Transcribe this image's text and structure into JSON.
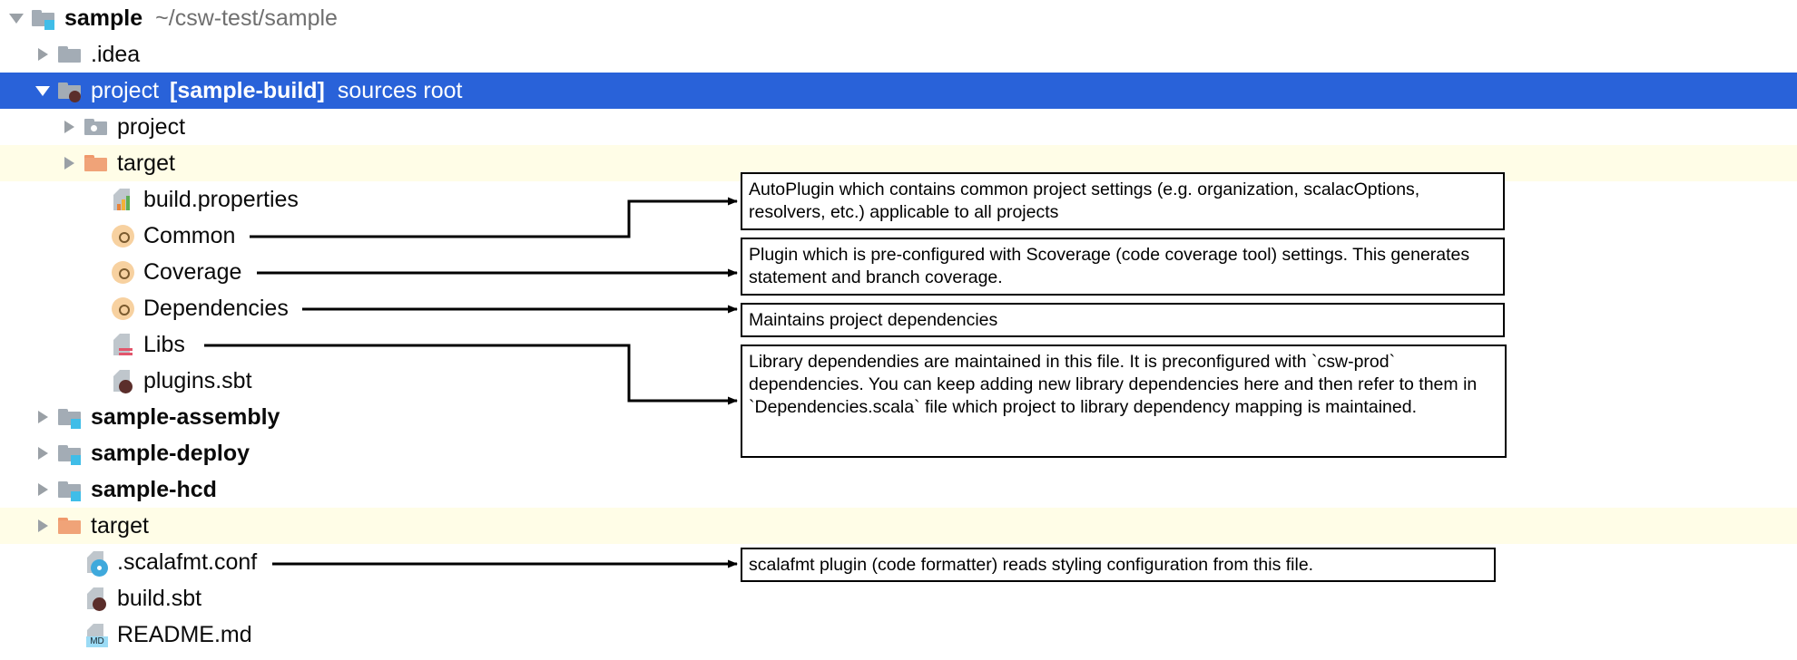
{
  "window": {
    "kind": "ide-project-tree",
    "selection_color": "#2962D9",
    "highlight_color": "#FFFDE7"
  },
  "tree": {
    "nodes": [
      {
        "id": "sample",
        "label": "sample",
        "suffix": "~/csw-test/sample",
        "icon": "folder-module-icon",
        "indent": 0,
        "arrow": "expanded",
        "bold": true,
        "selected": false,
        "highlight": false
      },
      {
        "id": "idea",
        "label": ".idea",
        "suffix": "",
        "icon": "folder-icon",
        "indent": 1,
        "arrow": "collapsed",
        "bold": false,
        "selected": false,
        "highlight": false
      },
      {
        "id": "project",
        "label": "project",
        "badge": "[sample-build]",
        "srcroot": "sources root",
        "suffix": "",
        "icon": "folder-sbt-icon",
        "indent": 1,
        "arrow": "expanded",
        "bold": false,
        "selected": true,
        "highlight": false
      },
      {
        "id": "project-project",
        "label": "project",
        "suffix": "",
        "icon": "folder-generated-icon",
        "indent": 2,
        "arrow": "collapsed",
        "bold": false,
        "selected": false,
        "highlight": false
      },
      {
        "id": "project-target",
        "label": "target",
        "suffix": "",
        "icon": "folder-excluded-icon",
        "indent": 2,
        "arrow": "collapsed",
        "bold": false,
        "selected": false,
        "highlight": true
      },
      {
        "id": "build-properties",
        "label": "build.properties",
        "suffix": "",
        "icon": "properties-file-icon",
        "indent": 3,
        "arrow": "none",
        "bold": false,
        "selected": false,
        "highlight": false
      },
      {
        "id": "common",
        "label": "Common",
        "suffix": "",
        "icon": "scala-object-icon",
        "indent": 3,
        "arrow": "none",
        "bold": false,
        "selected": false,
        "highlight": false
      },
      {
        "id": "coverage",
        "label": "Coverage",
        "suffix": "",
        "icon": "scala-object-icon",
        "indent": 3,
        "arrow": "none",
        "bold": false,
        "selected": false,
        "highlight": false
      },
      {
        "id": "dependencies",
        "label": "Dependencies",
        "suffix": "",
        "icon": "scala-object-icon",
        "indent": 3,
        "arrow": "none",
        "bold": false,
        "selected": false,
        "highlight": false
      },
      {
        "id": "libs",
        "label": "Libs",
        "suffix": "",
        "icon": "scala-libs-file-icon",
        "indent": 3,
        "arrow": "none",
        "bold": false,
        "selected": false,
        "highlight": false
      },
      {
        "id": "plugins-sbt",
        "label": "plugins.sbt",
        "suffix": "",
        "icon": "sbt-file-icon",
        "indent": 3,
        "arrow": "none",
        "bold": false,
        "selected": false,
        "highlight": false
      },
      {
        "id": "sample-assembly",
        "label": "sample-assembly",
        "suffix": "",
        "icon": "folder-module-icon",
        "indent": 1,
        "arrow": "collapsed",
        "bold": true,
        "selected": false,
        "highlight": false
      },
      {
        "id": "sample-deploy",
        "label": "sample-deploy",
        "suffix": "",
        "icon": "folder-module-icon",
        "indent": 1,
        "arrow": "collapsed",
        "bold": true,
        "selected": false,
        "highlight": false
      },
      {
        "id": "sample-hcd",
        "label": "sample-hcd",
        "suffix": "",
        "icon": "folder-module-icon",
        "indent": 1,
        "arrow": "collapsed",
        "bold": true,
        "selected": false,
        "highlight": false
      },
      {
        "id": "root-target",
        "label": "target",
        "suffix": "",
        "icon": "folder-excluded-icon",
        "indent": 1,
        "arrow": "collapsed",
        "bold": false,
        "selected": false,
        "highlight": true
      },
      {
        "id": "scalafmt",
        "label": ".scalafmt.conf",
        "suffix": "",
        "icon": "conf-file-icon",
        "indent": 2,
        "arrow": "none",
        "bold": false,
        "selected": false,
        "highlight": false
      },
      {
        "id": "build-sbt",
        "label": "build.sbt",
        "suffix": "",
        "icon": "sbt-file-icon",
        "indent": 2,
        "arrow": "none",
        "bold": false,
        "selected": false,
        "highlight": false
      },
      {
        "id": "readme",
        "label": "README.md",
        "suffix": "",
        "icon": "markdown-file-icon",
        "indent": 2,
        "arrow": "none",
        "bold": false,
        "selected": false,
        "highlight": false
      }
    ]
  },
  "annotations": [
    {
      "id": "note-common",
      "for": "Common",
      "text": "AutoPlugin which contains common project settings (e.g. organization, scalacOptions, resolvers, etc.) applicable to all projects"
    },
    {
      "id": "note-coverage",
      "for": "Coverage",
      "text": "Plugin which is pre-configured with Scoverage (code coverage tool) settings. This generates statement and branch coverage."
    },
    {
      "id": "note-dependencies",
      "for": "Dependencies",
      "text": "Maintains project dependencies"
    },
    {
      "id": "note-libs",
      "for": "Libs",
      "text": "Library dependendies are maintained in this file.  It is preconfigured with `csw-prod` dependencies.  You can keep adding new library dependencies here and then refer to them in `Dependencies.scala` file which project to library dependency mapping is maintained."
    },
    {
      "id": "note-scalafmt",
      "for": ".scalafmt.conf",
      "text": "scalafmt plugin (code formatter) reads styling configuration from this file."
    }
  ],
  "icon_names": {
    "folder-module-icon": "folder-module-icon",
    "folder-icon": "folder-icon",
    "folder-sbt-icon": "folder-sbt-icon",
    "folder-generated-icon": "folder-generated-icon",
    "folder-excluded-icon": "folder-excluded-icon",
    "properties-file-icon": "properties-file-icon",
    "scala-object-icon": "scala-object-icon",
    "scala-libs-file-icon": "scala-libs-file-icon",
    "sbt-file-icon": "sbt-file-icon",
    "conf-file-icon": "conf-file-icon",
    "markdown-file-icon": "markdown-file-icon",
    "markdown-badge-label": "MD"
  }
}
